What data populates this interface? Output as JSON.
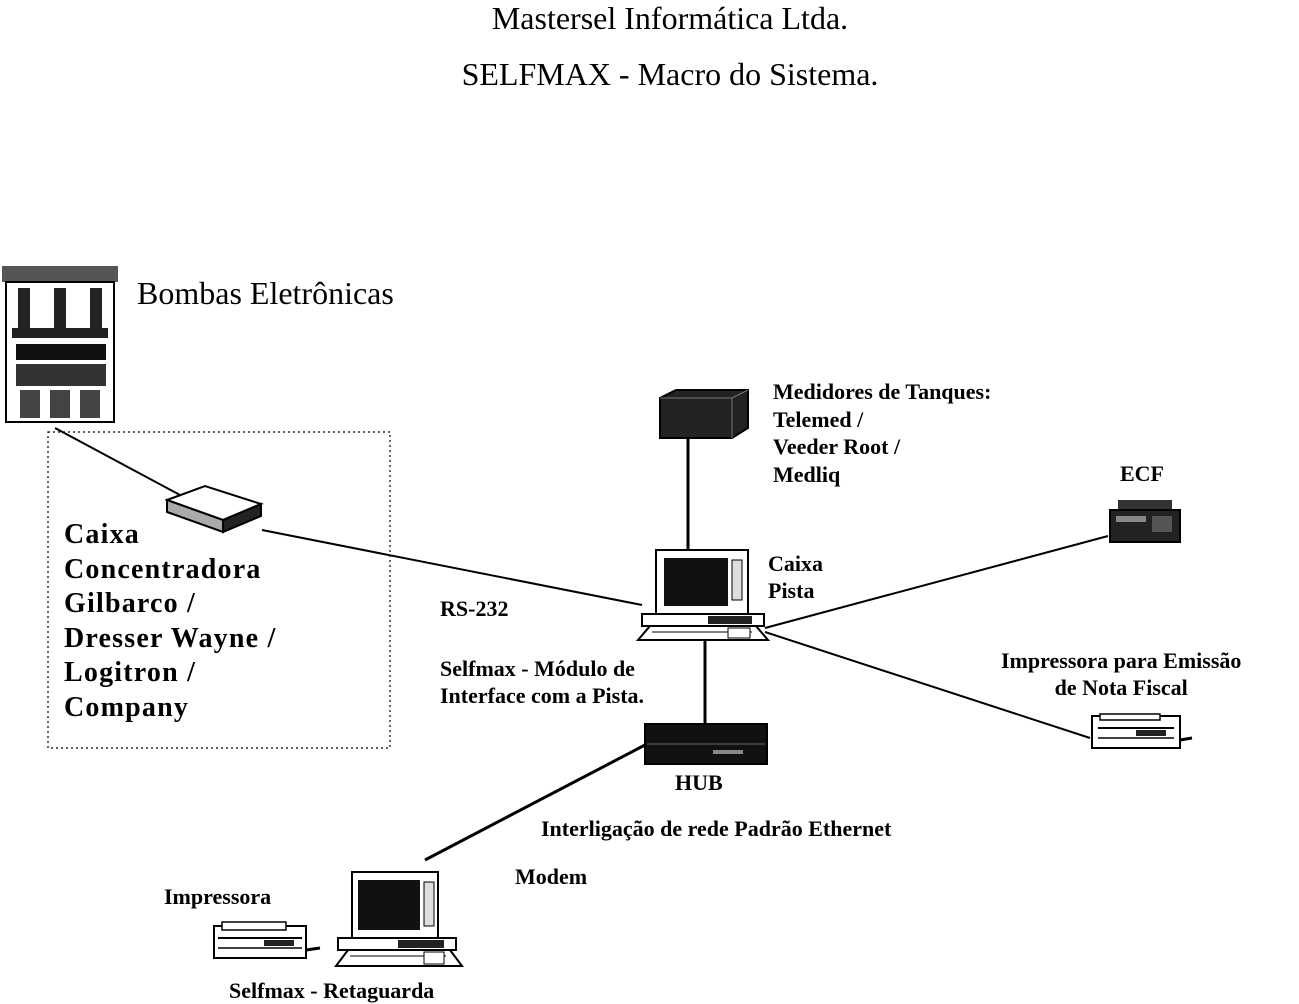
{
  "header": {
    "title": "Mastersel Informática Ltda.",
    "subtitle": "SELFMAX - Macro do Sistema."
  },
  "labels": {
    "bombas": "Bombas Eletrônicas",
    "concentradora": [
      "Caixa",
      "Concentradora",
      "Gilbarco /",
      "Dresser Wayne /",
      "Logitron /",
      "Company"
    ],
    "rs232": "RS-232",
    "modulo": [
      "Selfmax - Módulo de",
      "Interface com a Pista."
    ],
    "medidores": [
      "Medidores de Tanques:",
      "Telemed /",
      "Veeder Root /",
      "Medliq"
    ],
    "caixa_pista": [
      "Caixa",
      "Pista"
    ],
    "ecf": "ECF",
    "impressora_nf": [
      "Impressora para Emissão",
      "de Nota Fiscal"
    ],
    "hub": "HUB",
    "ethernet": "Interligação de rede Padrão Ethernet",
    "modem": "Modem",
    "impressora": "Impressora",
    "retaguarda": "Selfmax - Retaguarda"
  }
}
